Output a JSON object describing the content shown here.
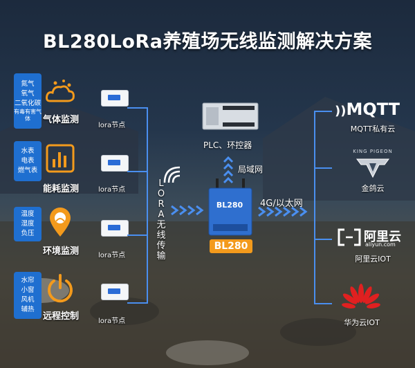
{
  "title": "BL280LoRa养殖场无线监测解决方案",
  "sensor_groups": [
    {
      "sensors": [
        "氮气",
        "氧气",
        "二氧化碳",
        "有毒有害气体"
      ],
      "function": "气体监测",
      "node": "lora节点"
    },
    {
      "sensors": [
        "水表",
        "电表",
        "燃气表"
      ],
      "function": "能耗监测",
      "node": "lora节点"
    },
    {
      "sensors": [
        "温度",
        "湿度",
        "负压"
      ],
      "function": "环境监测",
      "node": "lora节点"
    },
    {
      "sensors": [
        "水帘",
        "小窗",
        "风机",
        "辅热"
      ],
      "function": "远程控制",
      "node": "lora节点"
    }
  ],
  "lora_label": "LORA无线传输",
  "gateway": {
    "label": "BL280",
    "device_text": "BL280"
  },
  "plc": {
    "label": "PLC、环控器",
    "link": "局域网"
  },
  "uplink": "4G/以太网",
  "clouds": [
    {
      "brand": "MQTT",
      "label": "MQTT私有云"
    },
    {
      "brand": "KING PIGEON",
      "label": "金鸽云"
    },
    {
      "brand": "阿里云",
      "sub": "aliyun.com",
      "label": "阿里云IOT"
    },
    {
      "brand": "HUAWEI",
      "label": "华为云IOT"
    }
  ],
  "colors": {
    "accent": "#f39a1c",
    "sensor_blue": "#1f6fd0",
    "line_blue": "#4a8ff0"
  }
}
